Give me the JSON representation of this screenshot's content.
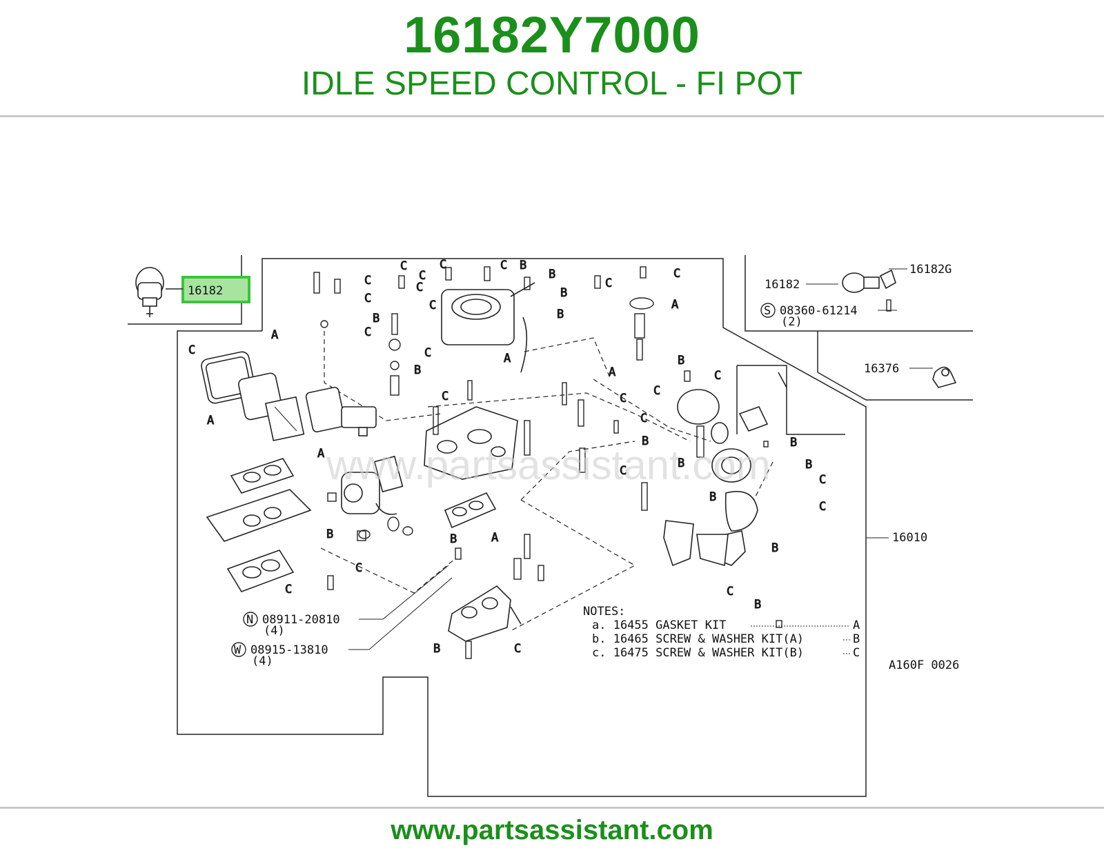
{
  "header": {
    "part_number": "16182Y7000",
    "title": "IDLE SPEED CONTROL - FI POT"
  },
  "footer": {
    "site": "www.partsassistant.com"
  },
  "watermark": "www.partsassistant.com",
  "colors": {
    "brand_green": "#1b8f1b",
    "highlight_fill": "#a8e4a0",
    "highlight_border": "#3cc43c"
  },
  "diagram": {
    "highlight_label": "16182",
    "refs": {
      "r16182": "16182",
      "r16182g": "16182G",
      "r08360": "08360-61214",
      "r08360_qty": "(2)",
      "r16376": "16376",
      "r16010": "16010",
      "r08911": "08911-20810",
      "r08911_qty": "(4)",
      "r08915": "08915-13810",
      "r08915_qty": "(4)",
      "code": "A160F 0026"
    },
    "markers": {
      "s": "S",
      "n": "N",
      "w": "W"
    },
    "letters": {
      "a": "A",
      "b": "B",
      "c": "C"
    },
    "notes": {
      "heading": "NOTES:",
      "a": "a. 16455 GASKET KIT",
      "b": "b. 16465 SCREW & WASHER KIT(A)",
      "c": "c. 16475 SCREW & WASHER KIT(B)",
      "a_end": "A",
      "b_end": "B",
      "c_end": "C"
    }
  }
}
